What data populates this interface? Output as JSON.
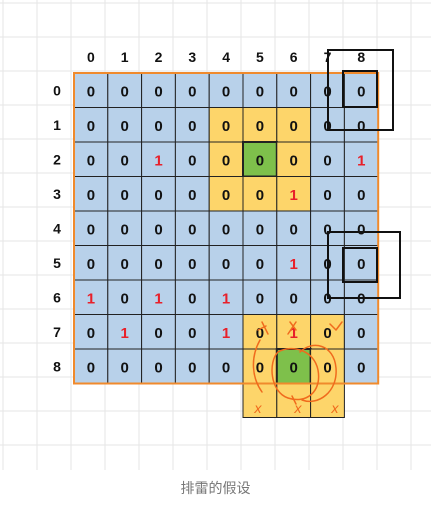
{
  "caption": "排雷的假设",
  "col_labels": [
    "0",
    "1",
    "2",
    "3",
    "4",
    "5",
    "6",
    "7",
    "8"
  ],
  "row_labels": [
    "0",
    "1",
    "2",
    "3",
    "4",
    "5",
    "6",
    "7",
    "8"
  ],
  "grid": [
    [
      0,
      0,
      0,
      0,
      0,
      0,
      0,
      0,
      0
    ],
    [
      0,
      0,
      0,
      0,
      0,
      0,
      0,
      0,
      0
    ],
    [
      0,
      0,
      1,
      0,
      0,
      0,
      0,
      0,
      1
    ],
    [
      0,
      0,
      0,
      0,
      0,
      0,
      1,
      0,
      0
    ],
    [
      0,
      0,
      0,
      0,
      0,
      0,
      0,
      0,
      0
    ],
    [
      0,
      0,
      0,
      0,
      0,
      0,
      1,
      0,
      0
    ],
    [
      1,
      0,
      1,
      0,
      1,
      0,
      0,
      0,
      0
    ],
    [
      0,
      1,
      0,
      0,
      1,
      0,
      1,
      0,
      0
    ],
    [
      0,
      0,
      0,
      0,
      0,
      0,
      0,
      0,
      0
    ]
  ],
  "yellow_cells": [
    [
      1,
      4
    ],
    [
      1,
      5
    ],
    [
      1,
      6
    ],
    [
      2,
      4
    ],
    [
      2,
      6
    ],
    [
      3,
      4
    ],
    [
      3,
      5
    ],
    [
      3,
      6
    ],
    [
      7,
      5
    ],
    [
      7,
      6
    ],
    [
      7,
      7
    ],
    [
      8,
      5
    ],
    [
      8,
      7
    ]
  ],
  "green_cells": [
    [
      2,
      5
    ],
    [
      8,
      6
    ]
  ],
  "colors": {
    "cell_default": "#b8d1ea",
    "cell_highlight": "#fdd56a",
    "cell_focus": "#7ec04b",
    "border_outer": "#f08a2c",
    "value_zero": "#111111",
    "value_one": "#e8202a",
    "annotation": "#f06b1d",
    "marker_box": "#111111",
    "bg_grid": "#e6e6e6"
  },
  "annotation_marks": [
    "x",
    "x",
    "x"
  ]
}
